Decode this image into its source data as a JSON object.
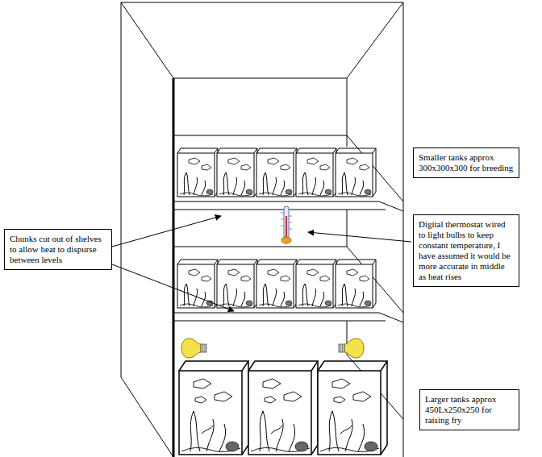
{
  "diagram": {
    "nodes": [
      {
        "text": [
          "Smaller tanks approx 300x300x300 for breeding"
        ]
      },
      {
        "text": [
          "Chunks cut out of shelves to allow heat to dispurse between levels"
        ]
      },
      {
        "text": [
          "Digital thermostat wired to light bulbs to keep constant temperature, I have assumed it would be more accurate in middle as heat rises"
        ]
      },
      {
        "text": [
          "Larger tanks approx 450Lx250x250 for raising fry"
        ]
      }
    ]
  }
}
